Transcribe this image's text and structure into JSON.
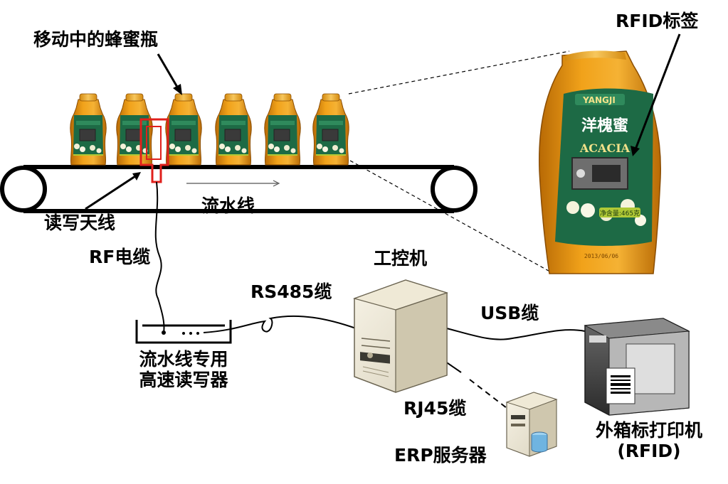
{
  "labels": {
    "moving_bottles": "移动中的蜂蜜瓶",
    "rfid_tag": "RFID标签",
    "read_write_antenna": "读写天线",
    "pipeline": "流水线",
    "rf_cable": "RF电缆",
    "ipc": "工控机",
    "rs485_cable": "RS485缆",
    "usb_cable": "USB缆",
    "reader_line1": "流水线专用",
    "reader_line2": "高速读写器",
    "rj45_cable": "RJ45缆",
    "erp_server": "ERP服务器",
    "printer_line1": "外箱标打印机",
    "printer_line2": "(RFID)",
    "reader_dots": "• . . ."
  },
  "bottle_label": {
    "brand_text": "洋槐蜜",
    "variety_text": "ACACIA",
    "net_weight_text": "净含量:465克",
    "date_text": "2013/06/06"
  },
  "colors": {
    "honey": "#e79a12",
    "honey_dark": "#b86a05",
    "cap": "#f0b43a",
    "label_green": "#1d6a45",
    "antenna": "#e0201c",
    "line": "#000000"
  },
  "icons": {
    "bottle": "honey-bottle-icon",
    "computer": "tower-pc-icon",
    "server": "server-icon",
    "printer": "label-printer-icon"
  }
}
